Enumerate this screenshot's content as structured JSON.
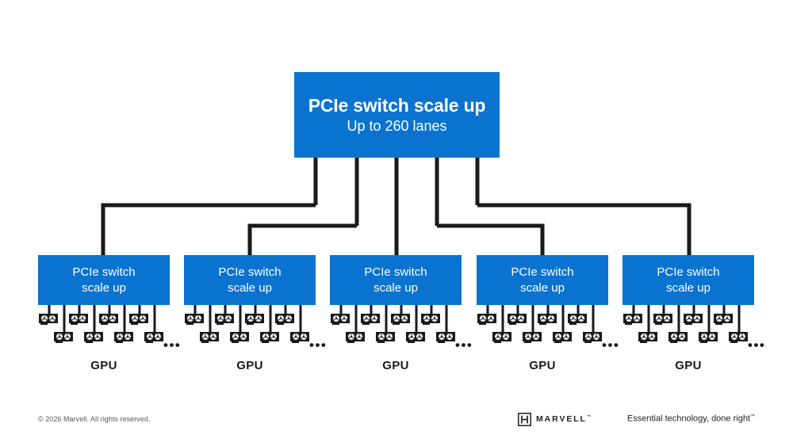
{
  "colors": {
    "brand_blue": "#0a73cf",
    "wire_black": "#1a1a1a",
    "background": "#ffffff",
    "text_dark": "#231f20",
    "footer_gray": "#58595b"
  },
  "root": {
    "title": "PCIe switch scale up",
    "subtitle": "Up to 260 lanes"
  },
  "leaf_switches": [
    {
      "line1": "PCIe switch",
      "line2": "scale up",
      "gpu_label": "GPU",
      "ellipsis": "•••"
    },
    {
      "line1": "PCIe switch",
      "line2": "scale up",
      "gpu_label": "GPU",
      "ellipsis": "•••"
    },
    {
      "line1": "PCIe switch",
      "line2": "scale up",
      "gpu_label": "GPU",
      "ellipsis": "•••"
    },
    {
      "line1": "PCIe switch",
      "line2": "scale up",
      "gpu_label": "GPU",
      "ellipsis": "•••"
    },
    {
      "line1": "PCIe switch",
      "line2": "scale up",
      "gpu_label": "GPU",
      "ellipsis": "•••"
    }
  ],
  "gpus_per_switch": 8,
  "ports_per_switch": 8,
  "footer": {
    "copyright": "© 2026 Marvell. All rights reserved.",
    "brand_name": "MARVELL",
    "brand_tm": "™",
    "tagline": "Essential technology, done right",
    "tagline_tm": "™"
  },
  "diagram_structure": {
    "type": "tree",
    "levels": 3,
    "root_fanout": 5,
    "leaf_fanout": 8,
    "description": "PCIe switch scale-up topology: one root PCIe switch with up to 260 lanes fans out to five PCIe scale-up switches, each connecting to eight or more GPUs."
  }
}
